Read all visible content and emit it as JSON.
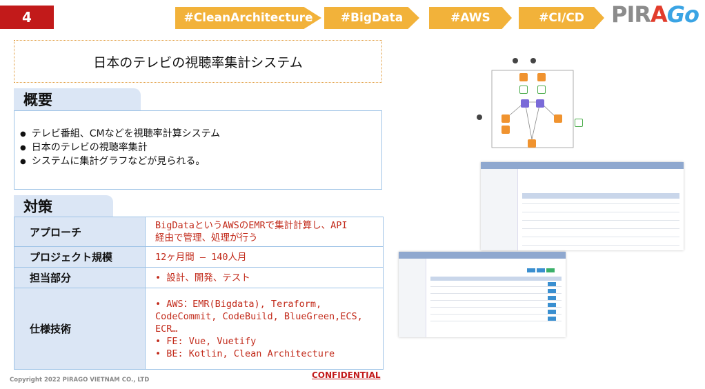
{
  "page_number": "4",
  "tags": [
    {
      "label": "#CleanArchitecture"
    },
    {
      "label": "#BigData"
    },
    {
      "label": "#AWS"
    },
    {
      "label": "#CI/CD"
    }
  ],
  "logo": {
    "pir": "PIR",
    "a": "A",
    "go": "Go"
  },
  "title": "日本のテレビの視聴率集計システム",
  "overview": {
    "heading": "概要",
    "items": [
      "テレビ番組、CMなどを視聴率計算システム",
      "日本のテレビの視聴率集計",
      "システムに集計グラフなどが見られる。"
    ]
  },
  "measures": {
    "heading": "対策",
    "rows": [
      {
        "label": "アプローチ",
        "lines": [
          "BigDataというAWSのEMRで集計計算し、API",
          "経由で管理、処理が行う"
        ]
      },
      {
        "label": "プロジェクト規模",
        "lines": [
          "12ヶ月間 – 140人月"
        ]
      },
      {
        "label": "担当部分",
        "bullets": [
          "設計、開発、テスト"
        ]
      },
      {
        "label": "仕様技術",
        "bullets": [
          "AWS：EMR(Bigdata), Teraform, CodeCommit, CodeBuild, BlueGreen,ECS, ECR…",
          "FE: Vue, Vuetify",
          "BE: Kotlin, Clean Architecture"
        ]
      }
    ]
  },
  "footer": {
    "copyright": "Copyright 2022 PIRAGO VIETNAM CO., LTD",
    "confidential": "CONFIDENTIAL"
  },
  "colors": {
    "accent_red": "#c21a1a",
    "tag_orange": "#f2b23a",
    "section_blue": "#dbe6f5",
    "border_blue": "#9ec3e6"
  }
}
